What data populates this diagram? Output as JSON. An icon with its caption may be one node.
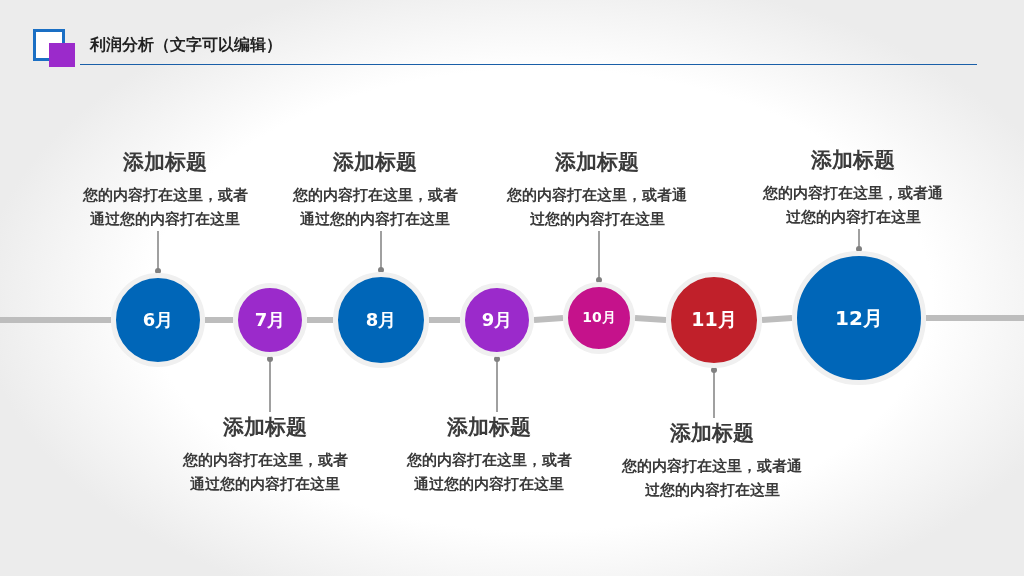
{
  "diagram": {
    "title": "利润分析（文字可以编辑）",
    "nodes": [
      {
        "text": [
          "6月"
        ]
      },
      {
        "text": [
          "7月"
        ]
      },
      {
        "text": [
          "8月"
        ]
      },
      {
        "text": [
          "9月"
        ]
      },
      {
        "text": [
          "10月"
        ]
      },
      {
        "text": [
          "11月"
        ]
      },
      {
        "text": [
          "12月"
        ]
      },
      {
        "text": [
          "添加标题",
          "您的内容打在这里，或者通过您的内容打在这里"
        ]
      },
      {
        "text": [
          "添加标题",
          "您的内容打在这里，或者通过您的内容打在这里"
        ]
      },
      {
        "text": [
          "添加标题",
          "您的内容打在这里，或者通过您的内容打在这里"
        ]
      },
      {
        "text": [
          "添加标题",
          "您的内容打在这里，或者通过您的内容打在这里"
        ]
      },
      {
        "text": [
          "添加标题",
          "您的内容打在这里，或者通过您的内容打在这里"
        ]
      },
      {
        "text": [
          "添加标题",
          "您的内容打在这里，或者通过您的内容打在这里"
        ]
      },
      {
        "text": [
          "添加标题",
          "您的内容打在这里，或者通过您的内容打在这里"
        ]
      }
    ],
    "edges": [
      {
        "from": null,
        "to": 0,
        "arrow": "none"
      },
      {
        "from": 0,
        "to": 1,
        "arrow": "none"
      },
      {
        "from": 1,
        "to": 2,
        "arrow": "none"
      },
      {
        "from": 2,
        "to": 3,
        "arrow": "none"
      },
      {
        "from": 3,
        "to": 4,
        "arrow": "none"
      },
      {
        "from": 4,
        "to": 5,
        "arrow": "none"
      },
      {
        "from": 5,
        "to": 6,
        "arrow": "none"
      },
      {
        "from": 6,
        "to": null,
        "arrow": "none"
      },
      {
        "from": 7,
        "to": 0,
        "arrow": "other",
        "color": "#808080"
      },
      {
        "from": 8,
        "to": 2,
        "arrow": "other",
        "color": "#808080"
      },
      {
        "from": 9,
        "to": 4,
        "arrow": "other",
        "color": "#808080"
      },
      {
        "from": 10,
        "to": 6,
        "arrow": "other",
        "color": "#808080"
      },
      {
        "from": 11,
        "to": 1,
        "arrow": "other",
        "color": "#808080"
      },
      {
        "from": 12,
        "to": 3,
        "arrow": "other",
        "color": "#808080"
      },
      {
        "from": 13,
        "to": 5,
        "arrow": "other",
        "color": "#808080"
      }
    ]
  }
}
